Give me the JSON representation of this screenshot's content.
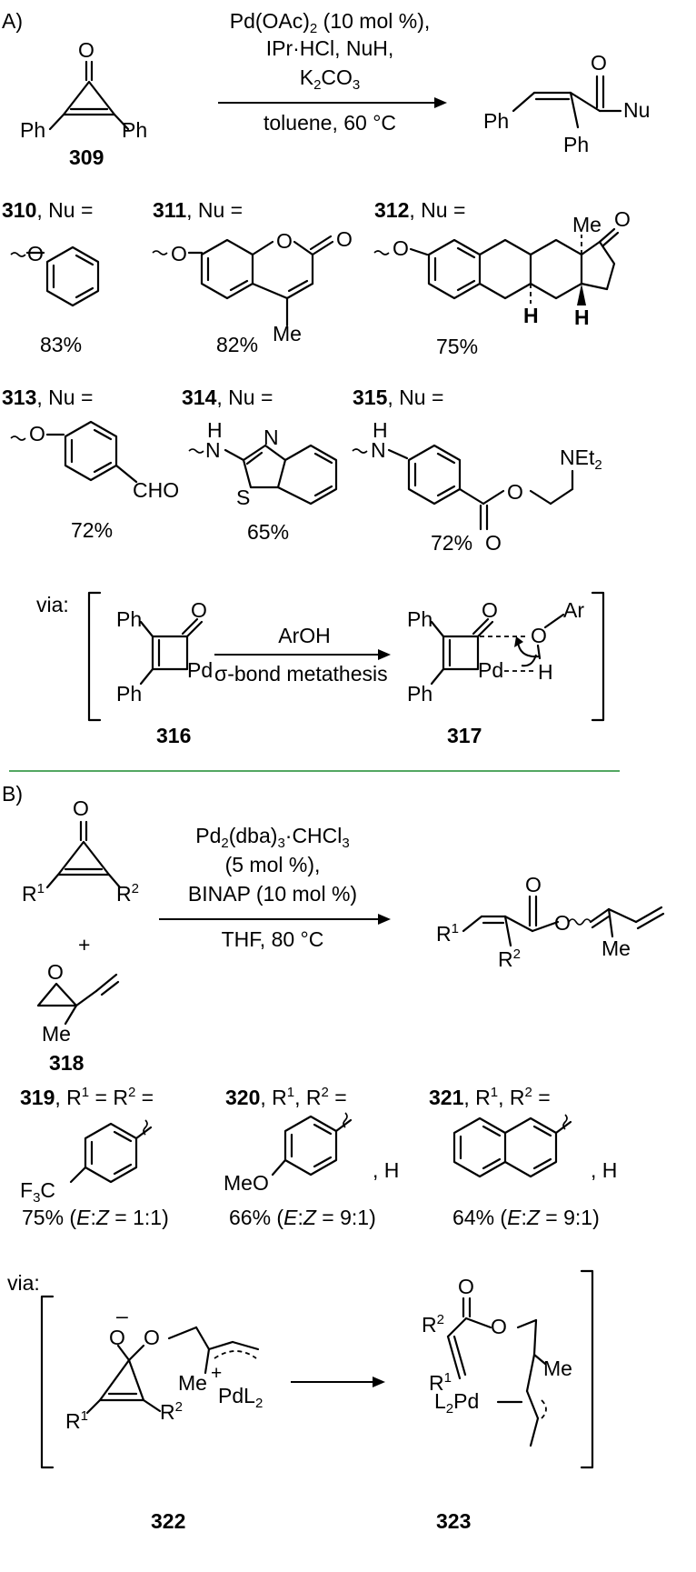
{
  "section_a": {
    "label": "A)",
    "reagents": {
      "line1_pre": "Pd(OAc)",
      "line1_sub": "2",
      "line1_post": " (10 mol %),",
      "line2": "IPr·HCl, NuH,",
      "line3_pre": "K",
      "line3_sub1": "2",
      "line3_mid": "CO",
      "line3_sub2": "3",
      "conditions": "toluene, 60 °C"
    },
    "start": {
      "id": "309",
      "ph_left": "Ph",
      "ph_right": "Ph",
      "o": "O"
    },
    "product": {
      "ph1": "Ph",
      "ph2": "Ph",
      "o": "O",
      "nu": "Nu"
    },
    "examples": [
      {
        "id": "310",
        "label_suffix": ", Nu =",
        "yield": "83%",
        "atom": "O"
      },
      {
        "id": "311",
        "label_suffix": ", Nu =",
        "yield": "82%",
        "atom": "O",
        "ring_o": "O",
        "carbonyl_o": "O",
        "me": "Me"
      },
      {
        "id": "312",
        "label_suffix": ", Nu =",
        "yield": "75%",
        "atom": "O",
        "me": "Me",
        "ketone_o": "O",
        "h1": "H",
        "h2": "H"
      },
      {
        "id": "313",
        "label_suffix": ", Nu =",
        "yield": "72%",
        "atom": "O",
        "cho": "CHO"
      },
      {
        "id": "314",
        "label_suffix": ", Nu =",
        "yield": "65%",
        "h": "H",
        "n": "N",
        "ring_n": "N",
        "ring_s": "S"
      },
      {
        "id": "315",
        "label_suffix": ", Nu =",
        "yield": "72%",
        "h": "H",
        "n": "N",
        "ester_o": "O",
        "carbonyl_o": "O",
        "net2_pre": "NEt",
        "net2_sub": "2"
      }
    ],
    "mechanism": {
      "via": "via:",
      "arrow_top": "ArOH",
      "arrow_bottom": "σ-bond metathesis",
      "int1": {
        "id": "316",
        "ph1": "Ph",
        "ph2": "Ph",
        "o": "O",
        "pd": "Pd"
      },
      "int2": {
        "id": "317",
        "ph1": "Ph",
        "ph2": "Ph",
        "o": "O",
        "pd": "Pd",
        "o2": "O",
        "ar": "Ar",
        "h": "H"
      }
    }
  },
  "section_b": {
    "label": "B)",
    "reagents": {
      "line1_pre": "Pd",
      "line1_sub1": "2",
      "line1_mid": "(dba)",
      "line1_sub2": "3",
      "line1_post": "·CHCl",
      "line1_sub3": "3",
      "line2": "(5 mol %),",
      "line3": "BINAP (10 mol %)",
      "conditions": "THF, 80 °C"
    },
    "start": {
      "o": "O",
      "r1": "R",
      "r1_sup": "1",
      "r2": "R",
      "r2_sup": "2"
    },
    "plus": "+",
    "epoxide": {
      "id": "318",
      "o": "O",
      "me": "Me"
    },
    "product": {
      "r1": "R",
      "r1_sup": "1",
      "r2": "R",
      "r2_sup": "2",
      "o1": "O",
      "o2": "O",
      "me": "Me"
    },
    "examples": [
      {
        "id": "319",
        "label": ", R",
        "s1": "1",
        "mid": " = R",
        "s2": "2",
        "end": " =",
        "sub_pre": "F",
        "sub_n": "3",
        "sub_post": "C",
        "yield_pre": "75% (",
        "e": "E",
        "colon": ":",
        "z": "Z",
        "yield_post": " = 1:1)"
      },
      {
        "id": "320",
        "label": ", R",
        "s1": "1",
        "mid": ", R",
        "s2": "2",
        "end": " =",
        "sub": "MeO",
        "h": ", H",
        "yield_pre": "66% (",
        "e": "E",
        "colon": ":",
        "z": "Z",
        "yield_post": " = 9:1)"
      },
      {
        "id": "321",
        "label": ", R",
        "s1": "1",
        "mid": ", R",
        "s2": "2",
        "end": " =",
        "h": ", H",
        "yield_pre": "64% (",
        "e": "E",
        "colon": ":",
        "z": "Z",
        "yield_post": " = 9:1)"
      }
    ],
    "mechanism": {
      "via": "via:",
      "int1": {
        "id": "322",
        "o_minus": "O",
        "minus": "–",
        "o": "O",
        "r1": "R",
        "r1_sup": "1",
        "r2": "R",
        "r2_sup": "2",
        "me": "Me",
        "plus": "+",
        "pdl2_pre": "PdL",
        "pdl2_sub": "2"
      },
      "int2": {
        "id": "323",
        "o1": "O",
        "o2": "O",
        "r1": "R",
        "r1_sup": "1",
        "r2": "R",
        "r2_sup": "2",
        "me": "Me",
        "l2pd_pre": "L",
        "l2pd_sub": "2",
        "l2pd_post": "Pd"
      }
    }
  },
  "colors": {
    "divider": "#1a8a2e",
    "ink": "#000000"
  }
}
